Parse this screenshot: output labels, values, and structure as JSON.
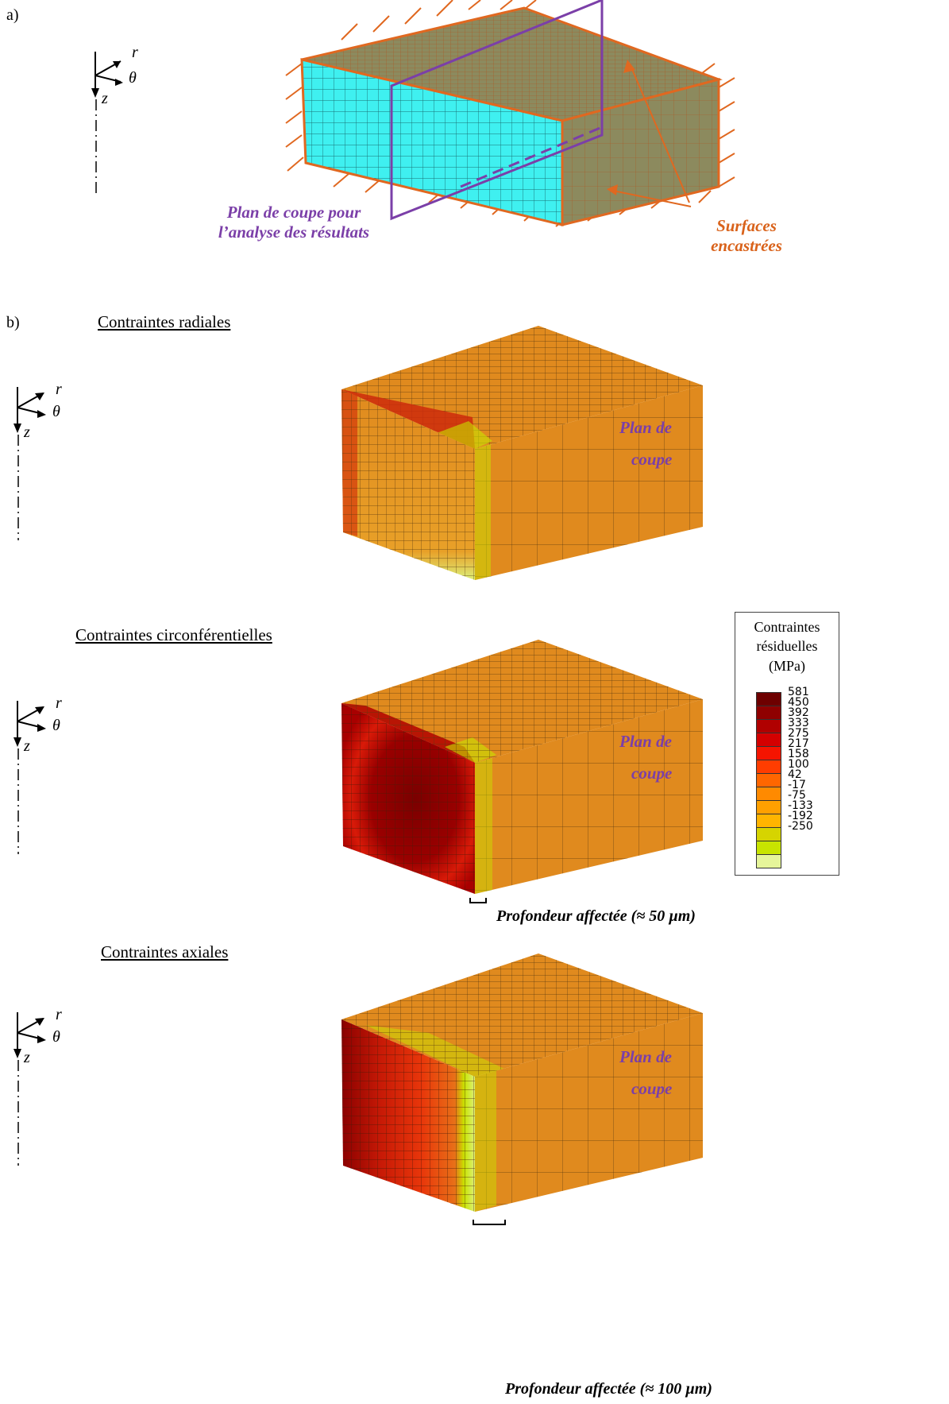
{
  "panel_a": {
    "label": "a)",
    "annotations": {
      "cut_plane": [
        "Plan de coupe pour",
        "l’analyse des résultats"
      ],
      "fixed_surfaces": [
        "Surfaces",
        "encastrées"
      ]
    }
  },
  "panel_b": {
    "label": "b)",
    "sections": [
      {
        "title": "Contraintes radiales",
        "plane_label": [
          "Plan de",
          "coupe"
        ]
      },
      {
        "title": "Contraintes circonférentielles",
        "plane_label": [
          "Plan de",
          "coupe"
        ],
        "depth_note": "Profondeur affectée (≈ 50 µm)"
      },
      {
        "title": "Contraintes axiales",
        "plane_label": [
          "Plan de",
          "coupe"
        ],
        "depth_note": "Profondeur affectée (≈ 100 µm)"
      }
    ]
  },
  "axes": {
    "r": "r",
    "theta": "θ",
    "z": "z"
  },
  "legend": {
    "title": [
      "Contraintes",
      "résiduelles",
      "(MPa)"
    ],
    "ticks": [
      "581",
      "450",
      "392",
      "333",
      "275",
      "217",
      "158",
      "100",
      "42",
      "-17",
      "-75",
      "-133",
      "-192",
      "-250"
    ],
    "colors": [
      "#6e0000",
      "#8f0000",
      "#b00000",
      "#d40000",
      "#f51400",
      "#ff3d00",
      "#ff6600",
      "#ff8a00",
      "#ffa000",
      "#ffb400",
      "#d6d400",
      "#c8e400",
      "#dcf07a",
      "#eef8b8"
    ]
  },
  "colors": {
    "mesh_cyan": "#3ff0f0",
    "mesh_olive": "#8c8a5e",
    "orange_edge": "#e06820",
    "purple_plane": "#7b3fa8",
    "base_orange": "#e08a1e"
  }
}
